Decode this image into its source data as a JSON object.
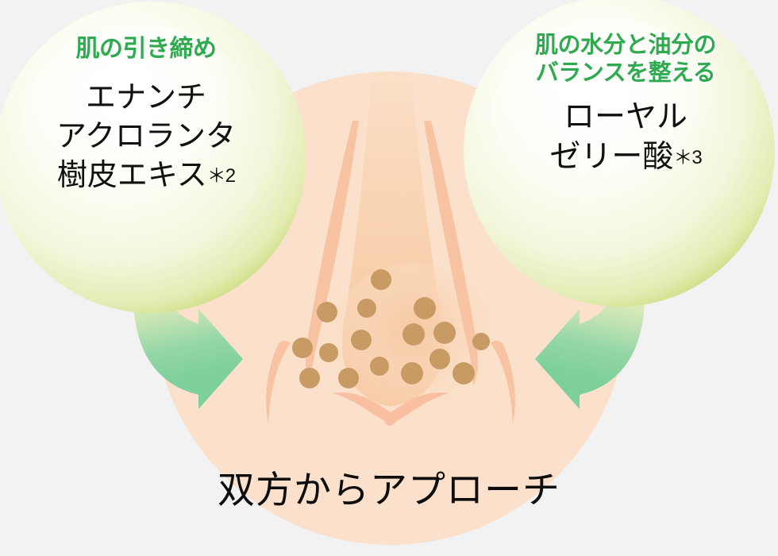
{
  "background_color": "#f2f2f2",
  "palette": {
    "green_text": "#2faa4e",
    "arrow_green": "#7ed09a",
    "bubble_rim": "#c5d85a",
    "bubble_fill": "#fbfdf0",
    "skin": "#fbe1cb",
    "skin_shadow": "#f8c9a8",
    "pore_dot": "#c79b63",
    "caption_text": "#0d0d0d"
  },
  "left_bubble": {
    "name": "skin-tightening-ingredient-bubble",
    "heading": "肌の引き締め",
    "ingredient_lines": [
      "エナンチ",
      "アクロランタ",
      "樹皮エキス"
    ],
    "footnote": "＊2"
  },
  "right_bubble": {
    "name": "moisture-oil-balance-ingredient-bubble",
    "heading_lines": [
      "肌の水分と油分の",
      "バランスを整える"
    ],
    "ingredient_lines": [
      "ローヤル",
      "ゼリー酸"
    ],
    "footnote": "＊3"
  },
  "arrows": {
    "left_label": "left-curved-arrow-pointing-right",
    "right_label": "right-curved-arrow-pointing-left"
  },
  "illustration": {
    "subject": "close-up-nose-with-visible-pores",
    "pore_count": 16
  },
  "caption": "双方からアプローチ"
}
